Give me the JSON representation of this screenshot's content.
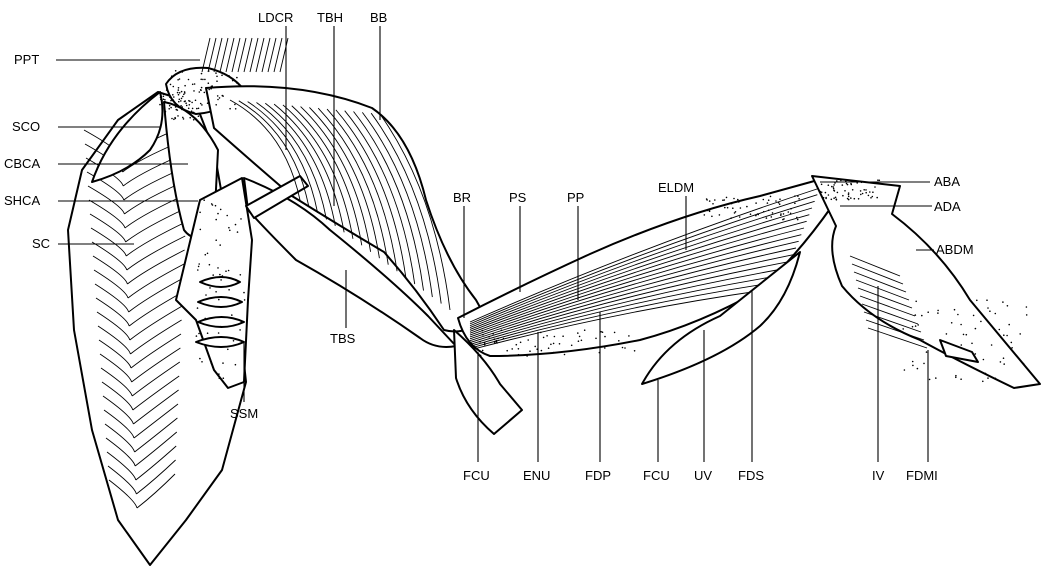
{
  "labels": {
    "ppt": "PPT",
    "sco": "SCO",
    "cbca": "CBCA",
    "shca": "SHCA",
    "sc": "SC",
    "ldcr": "LDCR",
    "tbh": "TBH",
    "bb": "BB",
    "tbs": "TBS",
    "ssm": "SSM",
    "br": "BR",
    "ps": "PS",
    "pp": "PP",
    "eldm": "ELDM",
    "aba": "ABA",
    "ada": "ADA",
    "abdm": "ABDM",
    "fcu_1": "FCU",
    "enu": "ENU",
    "fdp": "FDP",
    "fcu_2": "FCU",
    "uv": "UV",
    "fds": "FDS",
    "iv": "IV",
    "fdmi": "FDMI"
  }
}
